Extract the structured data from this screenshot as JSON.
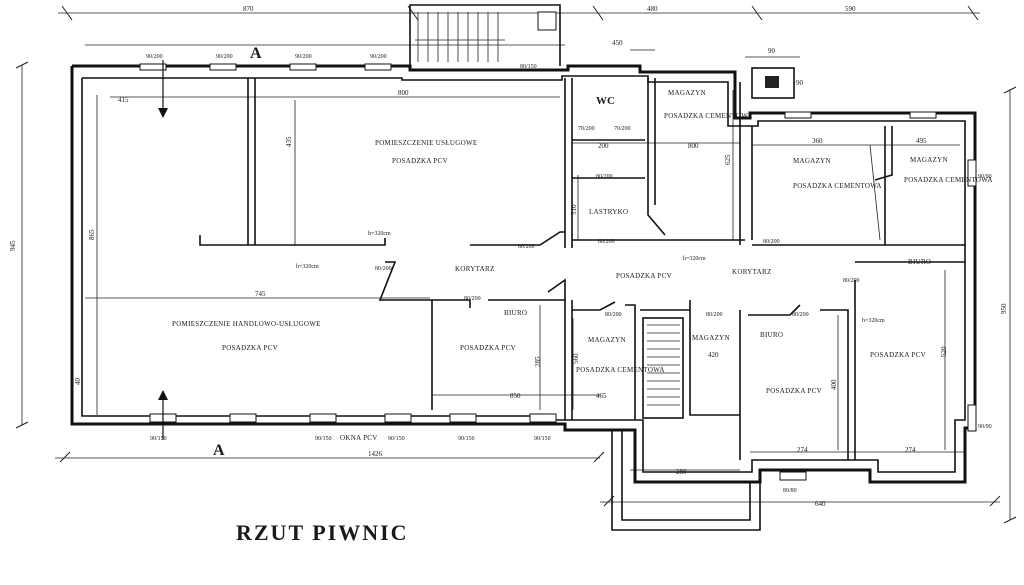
{
  "plan": {
    "title": "RZUT PIWNIC",
    "section_label": "A",
    "rooms": [
      {
        "id": "uslugowe",
        "name": "POMIESZCZENIE USŁUGOWE",
        "floor": "POSADZKA PCV"
      },
      {
        "id": "handlowe",
        "name": "POMIESZCZENIE HANDLOWO-USŁUGOWE",
        "floor": "POSADZKA PCV"
      },
      {
        "id": "wc",
        "name": "WC",
        "floor": ""
      },
      {
        "id": "magazyn1",
        "name": "MAGAZYN",
        "floor": "POSADZKA CEMENTOWA"
      },
      {
        "id": "magazyn2",
        "name": "MAGAZYN",
        "floor": "POSADZKA CEMENTOWA"
      },
      {
        "id": "magazyn3",
        "name": "MAGAZYN",
        "floor": "POSADZKA CEMENTOWA"
      },
      {
        "id": "magazyn4",
        "name": "MAGAZYN",
        "floor": "POSADZKA CEMENTOWA"
      },
      {
        "id": "magazyn5",
        "name": "MAGAZYN",
        "floor": ""
      },
      {
        "id": "lastryko",
        "name": "LASTRYKO",
        "floor": ""
      },
      {
        "id": "korytarz1",
        "name": "KORYTARZ",
        "floor": ""
      },
      {
        "id": "korytarz2",
        "name": "KORYTARZ",
        "floor": "POSADZKA PCV"
      },
      {
        "id": "biuro1",
        "name": "BIURO",
        "floor": "POSADZKA PCV"
      },
      {
        "id": "biuro2",
        "name": "BIURO",
        "floor": "POSADZKA PCV"
      },
      {
        "id": "biuro3",
        "name": "BIURO",
        "floor": "POSADZKA PCV"
      }
    ],
    "windows_label": "OKNA PCV",
    "heights": [
      "h=320cm",
      "h=320cm",
      "h=320cm",
      "h=320cm"
    ],
    "dims_top": [
      "870",
      "480",
      "590",
      "90",
      "90",
      "450"
    ],
    "dims_inner": [
      "415",
      "800",
      "360",
      "495",
      "745",
      "850",
      "465",
      "280",
      "274",
      "274",
      "200",
      "800",
      "420"
    ],
    "dims_vertical": [
      "945",
      "865",
      "435",
      "625",
      "510",
      "285",
      "520",
      "400",
      "950",
      "560",
      "40"
    ],
    "dims_bottom": [
      "1426",
      "640"
    ],
    "openings": [
      "90/200",
      "80/200",
      "70/200",
      "80/150",
      "90/150",
      "60/200",
      "80/80",
      "90/90"
    ]
  }
}
